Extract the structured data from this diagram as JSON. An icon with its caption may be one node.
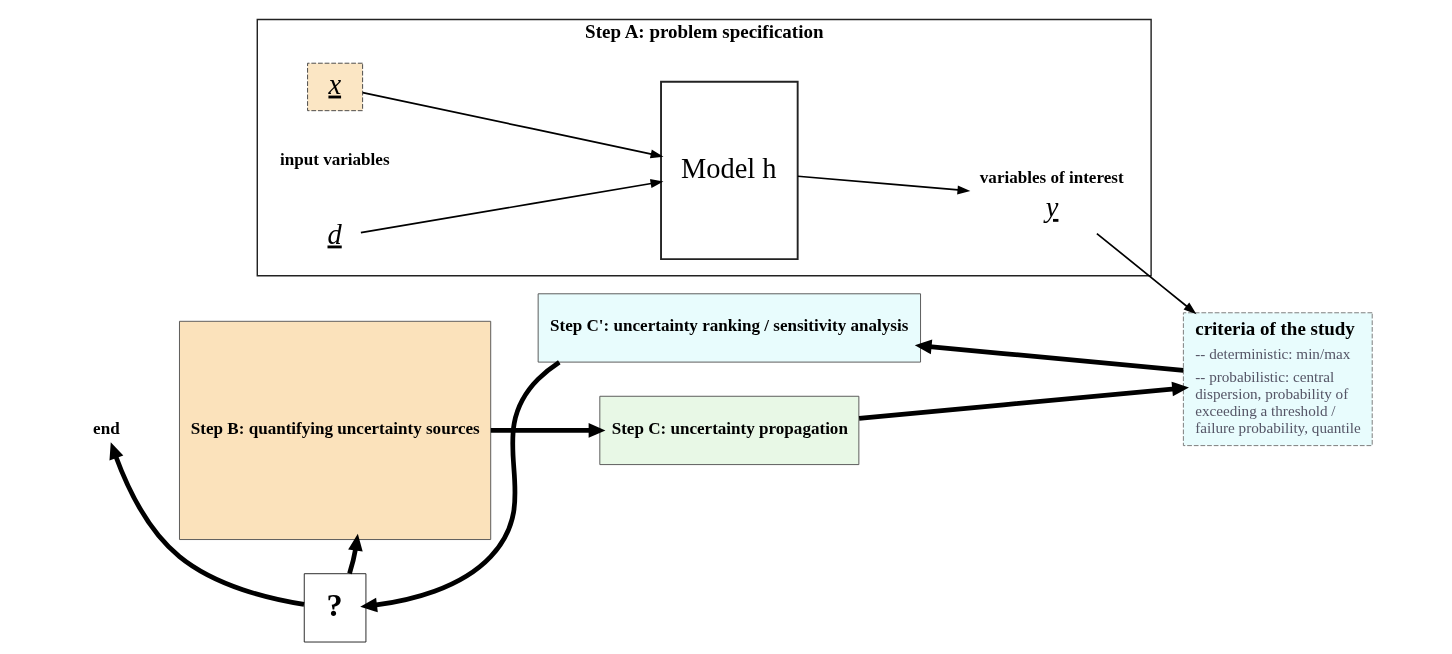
{
  "diagram": {
    "nodes": [
      {
        "text": [
          "Step C: uncertainty propagation"
        ]
      },
      {
        "text": [
          "Step A: problem specification"
        ]
      },
      {
        "text": [
          "x"
        ],
        "in": 1
      },
      {
        "text": [
          "d"
        ],
        "in": 1
      },
      {
        "text": [
          "Model h"
        ],
        "in": 1
      },
      {
        "text": [
          "y"
        ],
        "in": 1,
        "beside": [
          "variables of interest"
        ]
      },
      {
        "text": [
          "criteria of the study",
          "-- deterministic: min/max",
          "-- probabilistic: central dispersion, probability of exceeding a threshold / failure probability, quantile"
        ]
      },
      {
        "text": [
          "Step C': uncertainty ranking / sensitivity analysis"
        ]
      },
      {
        "text": [
          "?"
        ]
      },
      {
        "text": [
          "end"
        ]
      },
      {
        "text": [
          "Step B: quantifying uncertainty sources"
        ]
      }
    ],
    "edges": [
      {
        "from": 10,
        "to": 0,
        "arrow": "to"
      },
      {
        "from": 0,
        "to": 6,
        "arrow": "to"
      },
      {
        "from": 2,
        "to": 4,
        "arrow": "to"
      },
      {
        "from": 3,
        "to": 4,
        "arrow": "to"
      },
      {
        "from": 4,
        "to": 5,
        "arrow": "to"
      },
      {
        "from": 5,
        "to": 6,
        "arrow": "to"
      },
      {
        "from": 6,
        "to": 7,
        "arrow": "to"
      },
      {
        "from": 7,
        "to": 8,
        "arrow": "to"
      },
      {
        "from": 8,
        "to": 10,
        "arrow": "to"
      },
      {
        "from": 8,
        "to": 9,
        "arrow": "to"
      }
    ],
    "labels": [
      "input variables"
    ]
  }
}
